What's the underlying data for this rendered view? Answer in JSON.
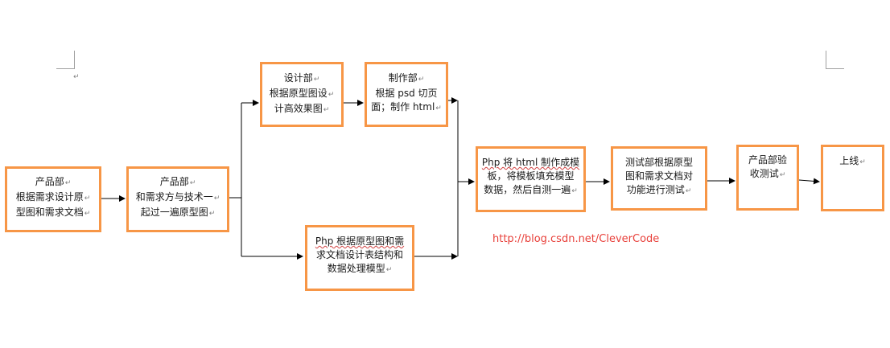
{
  "boxes": {
    "product": [
      "产品部",
      "根据需求设计原",
      "型图和需求文档"
    ],
    "product_align": [
      "产品部",
      "和需求方与技术一",
      "起过一遍原型图"
    ],
    "design": [
      "设计部",
      "根据原型图设",
      "计高效果图"
    ],
    "production": [
      "制作部",
      "根据 psd 切页",
      "面；制作 html"
    ],
    "php_db": [
      "Php 根据原型图和需",
      "求文档设计表结构和",
      "数据处理模型"
    ],
    "php_template": [
      "Php 将 html 制作成模",
      "板，将模板填充模型",
      "数据，然后自测一遍"
    ],
    "testing": [
      "测试部根据原型",
      "图和需求文档对",
      "功能进行测试"
    ],
    "acceptance": [
      "产品部验",
      "收测试"
    ],
    "launch": [
      "上线"
    ]
  },
  "paragraph_mark": "↵",
  "watermark": "http://blog.csdn.net/CleverCode",
  "colors": {
    "box_border": "#f79646",
    "arrow": "#000000",
    "watermark": "#e8413b"
  }
}
